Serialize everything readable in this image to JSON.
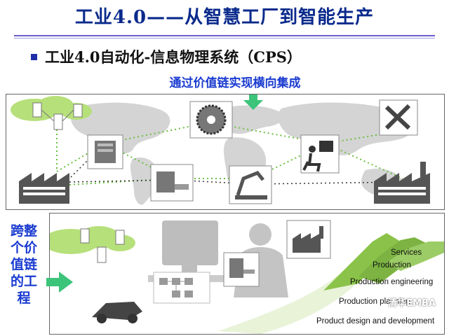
{
  "slide": {
    "title": "工业4.0——从智慧工厂到智能生产",
    "subtitle": "工业4.0自动化-信息物理系统（CPS）",
    "horizontal_label": "通过价值链实现横向集成",
    "vertical_label": [
      "跨整",
      "个价",
      "值链",
      "的工",
      "程"
    ],
    "watermark": "清华EMBA",
    "stages": [
      "Services",
      "Production",
      "Production engineering",
      "Production planning",
      "Product design and development"
    ],
    "colors": {
      "title": "#0a2a8c",
      "accent": "#1a3bd0",
      "green": "#3cc47a",
      "lightgreen": "#b6e07a"
    }
  }
}
